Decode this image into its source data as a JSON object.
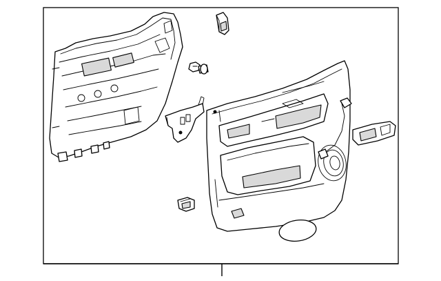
{
  "diagram": {
    "frame_color": "#000000",
    "background": "#ffffff",
    "parts": [
      {
        "name": "door-trim-inner-panel"
      },
      {
        "name": "mounting-bracket"
      },
      {
        "name": "push-pin-clip"
      },
      {
        "name": "retainer-clip"
      },
      {
        "name": "switch-plug"
      },
      {
        "name": "door-trim-panel-assembly"
      },
      {
        "name": "handle-bezel"
      },
      {
        "name": "speaker-grille"
      }
    ]
  }
}
